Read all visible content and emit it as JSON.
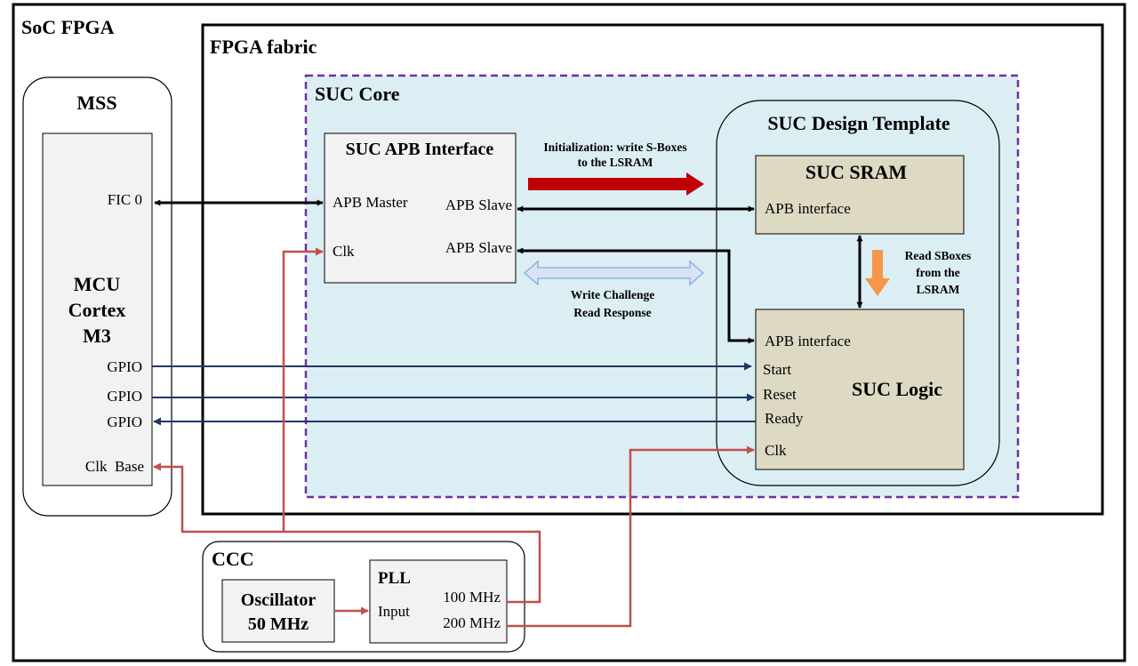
{
  "soc_fpga": {
    "title": "SoC FPGA"
  },
  "fpga_fabric": {
    "title": "FPGA fabric"
  },
  "mss": {
    "title": "MSS",
    "mcu_title": [
      "MCU",
      "Cortex",
      "M3"
    ],
    "fic0": "FIC 0",
    "gpio_start": "GPIO",
    "gpio_reset": "GPIO",
    "gpio_ready": "GPIO",
    "clk_base": "Clk  Base"
  },
  "suc_core": {
    "title": "SUC Core"
  },
  "apb_interface": {
    "title": "SUC APB Interface",
    "apb_master": "APB Master",
    "clk": "Clk",
    "apb_slave_1": "APB Slave",
    "apb_slave_2": "APB Slave"
  },
  "design_template": {
    "title": "SUC Design Template"
  },
  "suc_sram": {
    "title": "SUC SRAM",
    "apb_interface": "APB interface"
  },
  "suc_logic": {
    "title": "SUC Logic",
    "apb_interface": "APB interface",
    "start": "Start",
    "reset": "Reset",
    "ready": "Ready",
    "clk": "Clk"
  },
  "annotations": {
    "init_line1": "Initialization: write S-Boxes",
    "init_line2": "to the LSRAM",
    "challenge_line1": "Write Challenge",
    "challenge_line2": "Read Response",
    "sbox_line1": "Read SBoxes",
    "sbox_line2": "from the",
    "sbox_line3": "LSRAM"
  },
  "ccc": {
    "title": "CCC",
    "oscillator_line1": "Oscillator",
    "oscillator_line2": "50 MHz",
    "pll_title": "PLL",
    "pll_input": "Input",
    "pll_out_100": "100 MHz",
    "pll_out_200": "200 MHz"
  },
  "colors": {
    "frame": "#000000",
    "suc_core_fill": "#dbeef4",
    "suc_core_border": "#7030a0",
    "block_fill": "#f2f2f2",
    "sram_logic_fill": "#ddd9c3",
    "gpio_line": "#1f3864",
    "clock_line": "#c0504d",
    "init_arrow": "#c00000",
    "challenge_arrow_fill": "#dae3f3",
    "challenge_arrow_stroke": "#8fb4e3",
    "sbox_arrow": "#f79646"
  }
}
